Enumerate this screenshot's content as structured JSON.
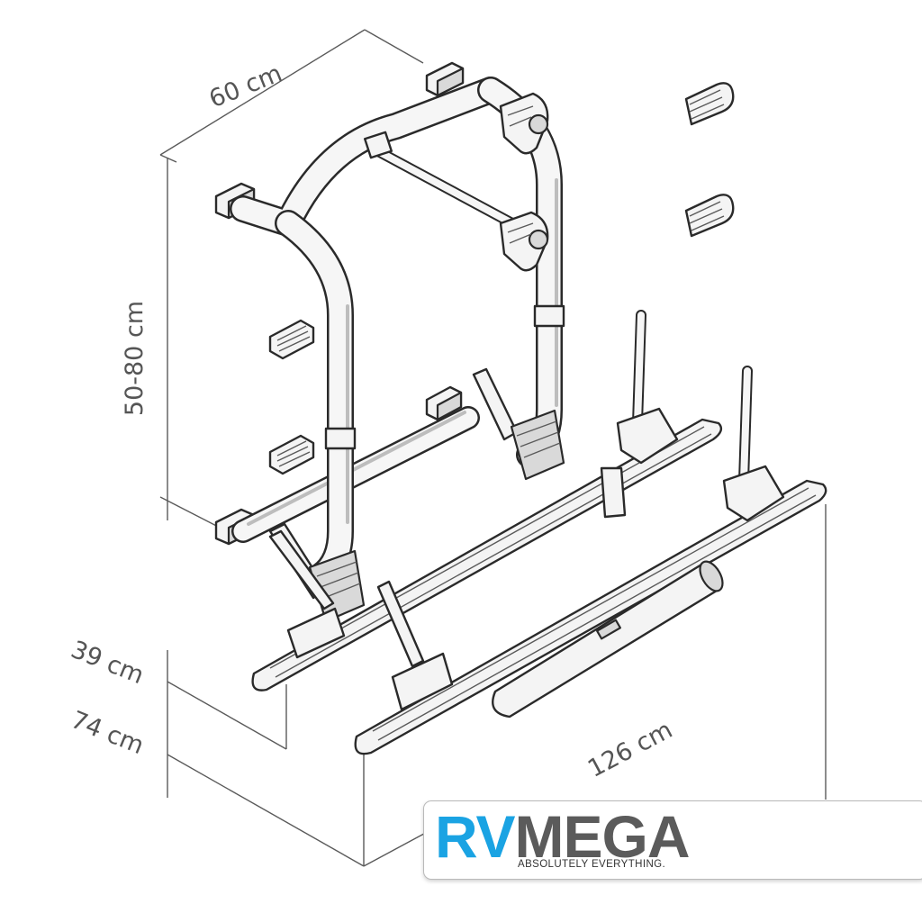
{
  "dimensions": {
    "width": "60 cm",
    "height": "50-80 cm",
    "depth_upper": "39 cm",
    "depth_lower": "74 cm",
    "length": "126 cm"
  },
  "logo": {
    "brand_part1": "RV",
    "brand_part2": "MEGA",
    "tagline": "ABSOLUTELY EVERYTHING.",
    "colors": {
      "rv": "#1aa3e3",
      "mega": "#5b5b5b"
    }
  }
}
